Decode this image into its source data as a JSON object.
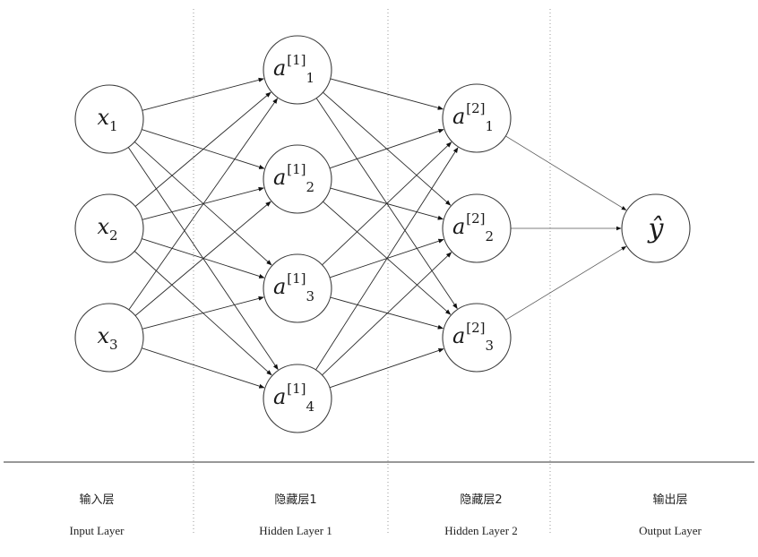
{
  "layers": [
    {
      "id": "input",
      "title_zh": "输入层",
      "title_en": "Input Layer",
      "nodes": [
        {
          "base": "x",
          "sup": "",
          "sub": "1"
        },
        {
          "base": "x",
          "sup": "",
          "sub": "2"
        },
        {
          "base": "x",
          "sup": "",
          "sub": "3"
        }
      ]
    },
    {
      "id": "hidden1",
      "title_zh": "隐藏层1",
      "title_en": "Hidden Layer 1",
      "nodes": [
        {
          "base": "a",
          "sup": "[1]",
          "sub": "1"
        },
        {
          "base": "a",
          "sup": "[1]",
          "sub": "2"
        },
        {
          "base": "a",
          "sup": "[1]",
          "sub": "3"
        },
        {
          "base": "a",
          "sup": "[1]",
          "sub": "4"
        }
      ]
    },
    {
      "id": "hidden2",
      "title_zh": "隐藏层2",
      "title_en": "Hidden Layer 2",
      "nodes": [
        {
          "base": "a",
          "sup": "[2]",
          "sub": "1"
        },
        {
          "base": "a",
          "sup": "[2]",
          "sub": "2"
        },
        {
          "base": "a",
          "sup": "[2]",
          "sub": "3"
        }
      ]
    },
    {
      "id": "output",
      "title_zh": "输出层",
      "title_en": "Output Layer",
      "nodes": [
        {
          "base": "ŷ",
          "sup": "",
          "sub": ""
        }
      ]
    }
  ],
  "connectivity": "fully-connected",
  "colors": {
    "stroke": "#3a3a3a",
    "edge": "#2a2a2a",
    "divider": "#9a9a9a",
    "background": "#ffffff"
  }
}
